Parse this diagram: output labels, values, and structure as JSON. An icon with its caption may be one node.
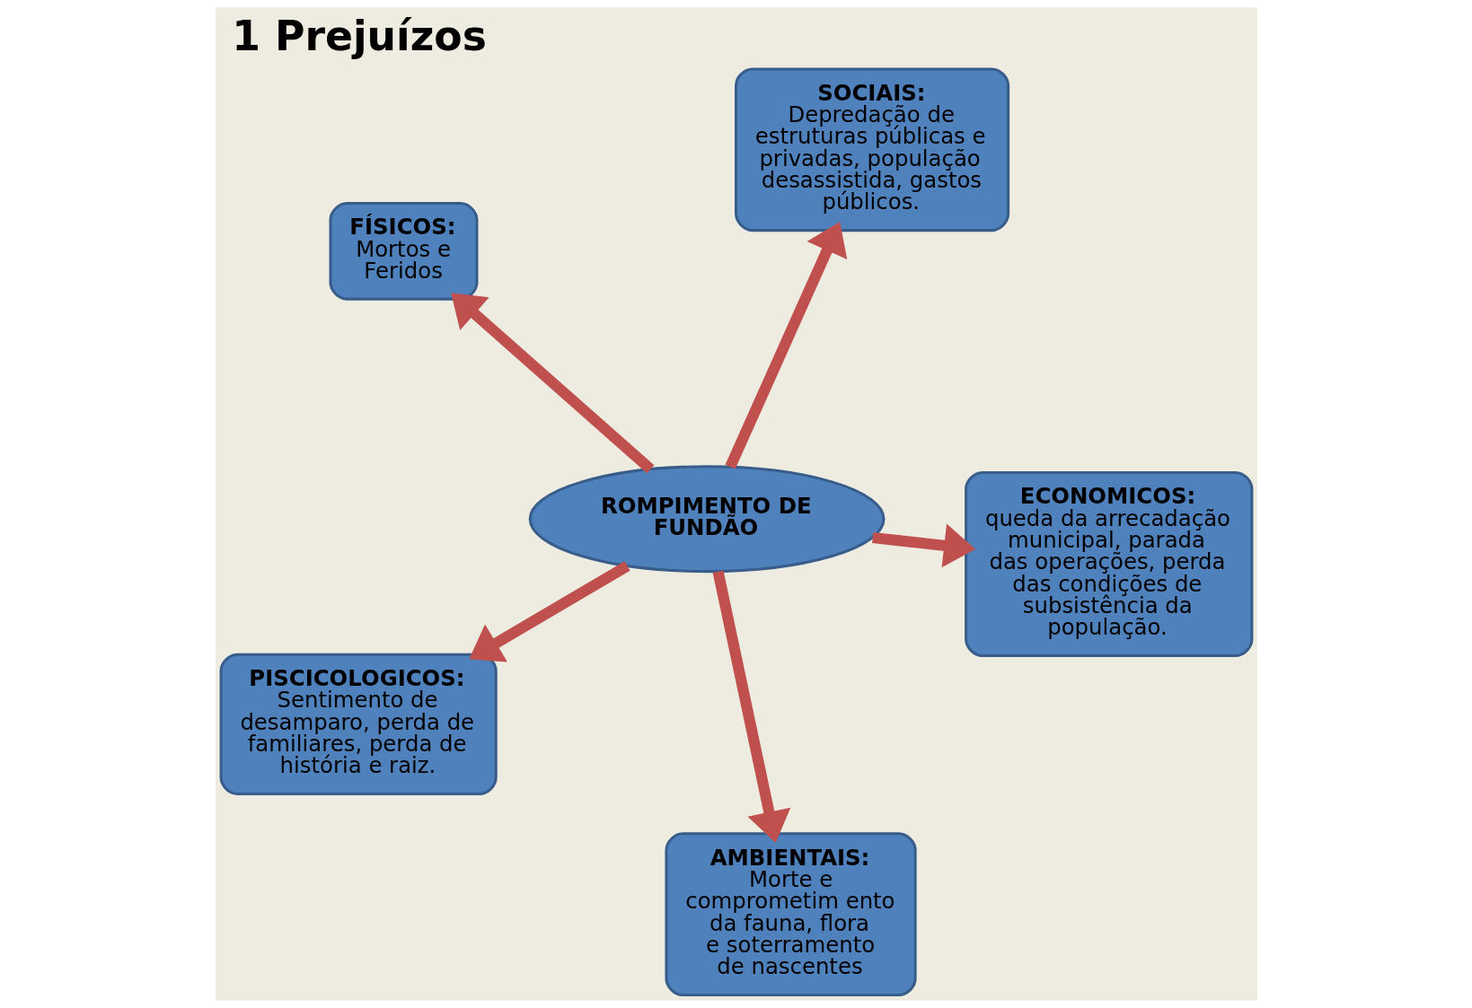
{
  "diagram": {
    "title": "1 Prejuízos",
    "nodes": [
      {
        "text": [
          "FÍSICOS:",
          "Mortos e Feridos"
        ]
      },
      {
        "text": [
          "ECONOMICOS:",
          "queda da arrecadação municipal, parada das operações, perda das condições de subsistência da população."
        ]
      },
      {
        "text": [
          "AMBIENTAIS:",
          "Morte e comprometim ento da fauna, flora e soterramento de nascentes"
        ]
      },
      {
        "text": [
          "ROMPIMENTO DE FUNDÃO"
        ]
      },
      {
        "text": [
          "SOCIAIS:",
          "Depredação de estruturas públicas e privadas, população desassistida, gastos públicos."
        ]
      },
      {
        "text": [
          "PISCICOLOGICOS:",
          "Sentimento de desamparo, perda de familiares, perda de história e raiz."
        ]
      }
    ],
    "edges": [
      {
        "from": 3,
        "to": 0,
        "arrow": "to"
      },
      {
        "from": 3,
        "to": 1,
        "arrow": "to"
      },
      {
        "from": 3,
        "to": 2,
        "arrow": "to"
      },
      {
        "from": 3,
        "to": 4,
        "arrow": "to"
      },
      {
        "from": 3,
        "to": 5,
        "arrow": "to"
      }
    ]
  }
}
